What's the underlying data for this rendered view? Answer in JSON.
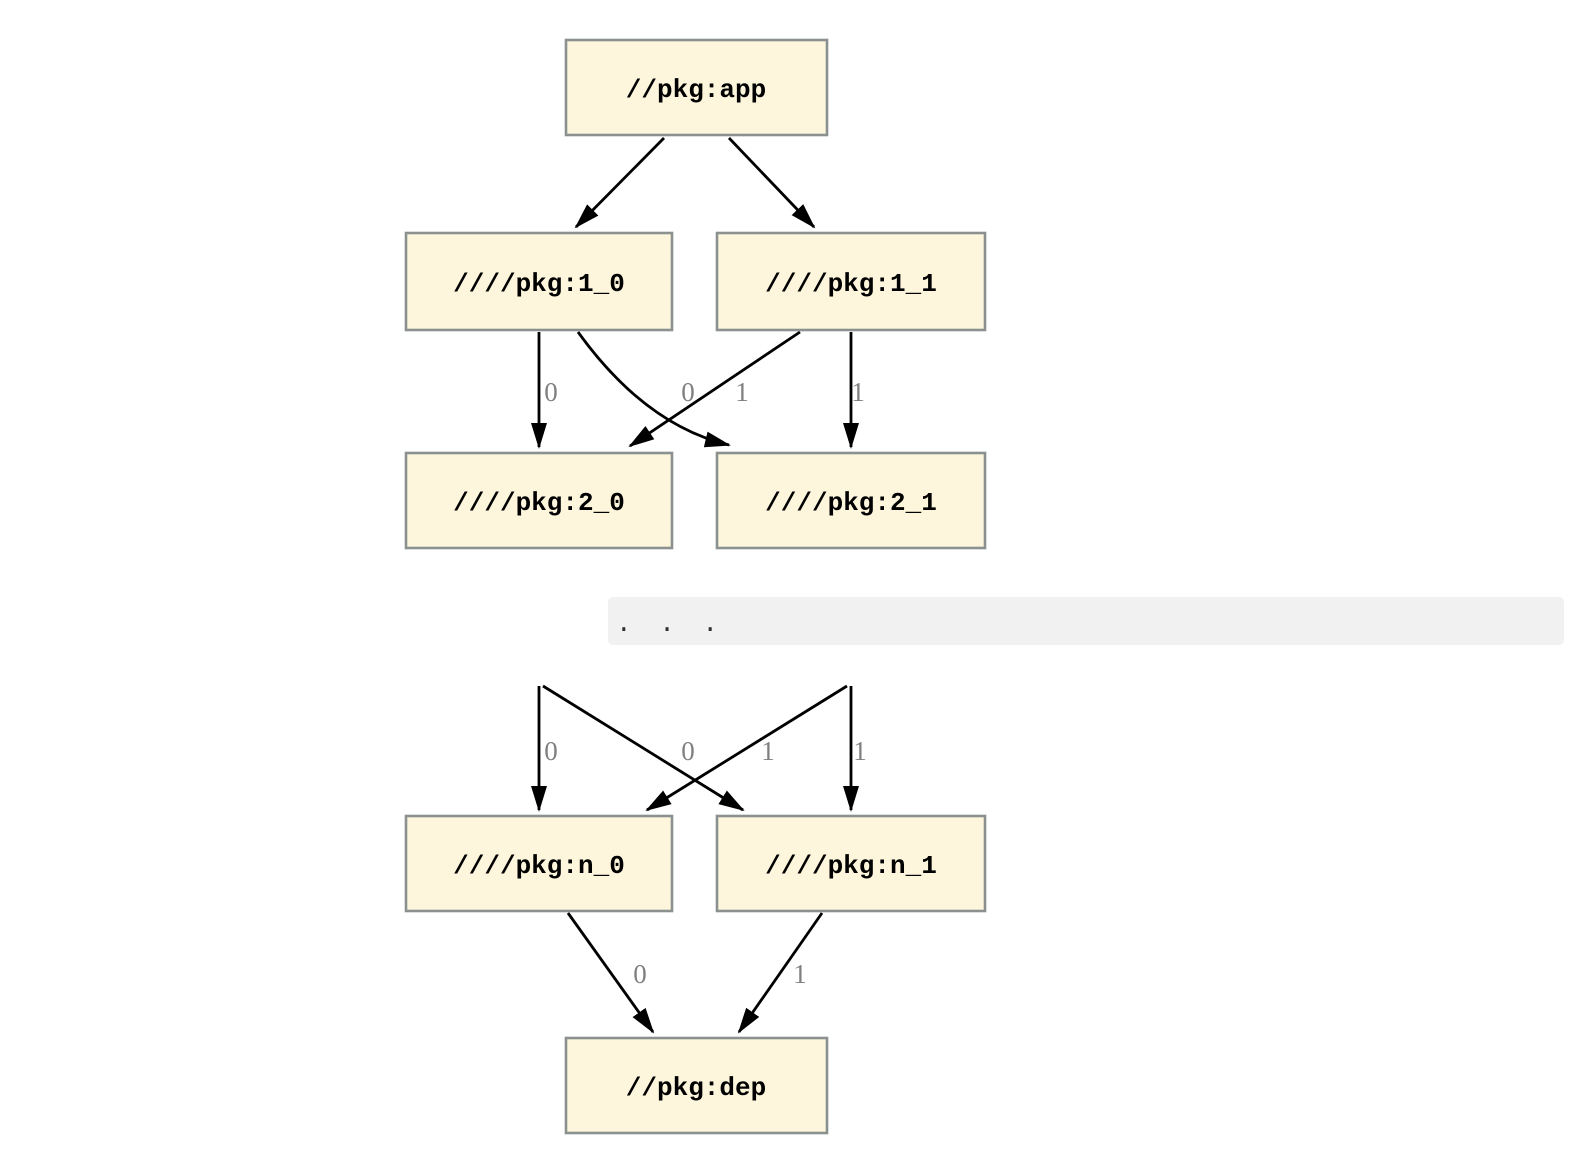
{
  "graph": {
    "nodes": {
      "app": {
        "label": "//pkg:app"
      },
      "l1_0": {
        "label": "////pkg:1_0"
      },
      "l1_1": {
        "label": "////pkg:1_1"
      },
      "l2_0": {
        "label": "////pkg:2_0"
      },
      "l2_1": {
        "label": "////pkg:2_1"
      },
      "n_0": {
        "label": "////pkg:n_0"
      },
      "n_1": {
        "label": "////pkg:n_1"
      },
      "dep": {
        "label": "//pkg:dep"
      }
    },
    "edge_labels": {
      "mid": [
        "0",
        "0",
        "1",
        "1"
      ],
      "n_row": [
        "0",
        "0",
        "1",
        "1"
      ],
      "dep_row": [
        "0",
        "1"
      ]
    },
    "ellipsis": ". . .",
    "colors": {
      "node_fill": "#fdf6dc",
      "node_border": "#8b918f",
      "edge": "#000000",
      "edge_label": "#7f7f7f",
      "separator_bg": "#f1f1f1",
      "node_text": "#000000"
    }
  }
}
